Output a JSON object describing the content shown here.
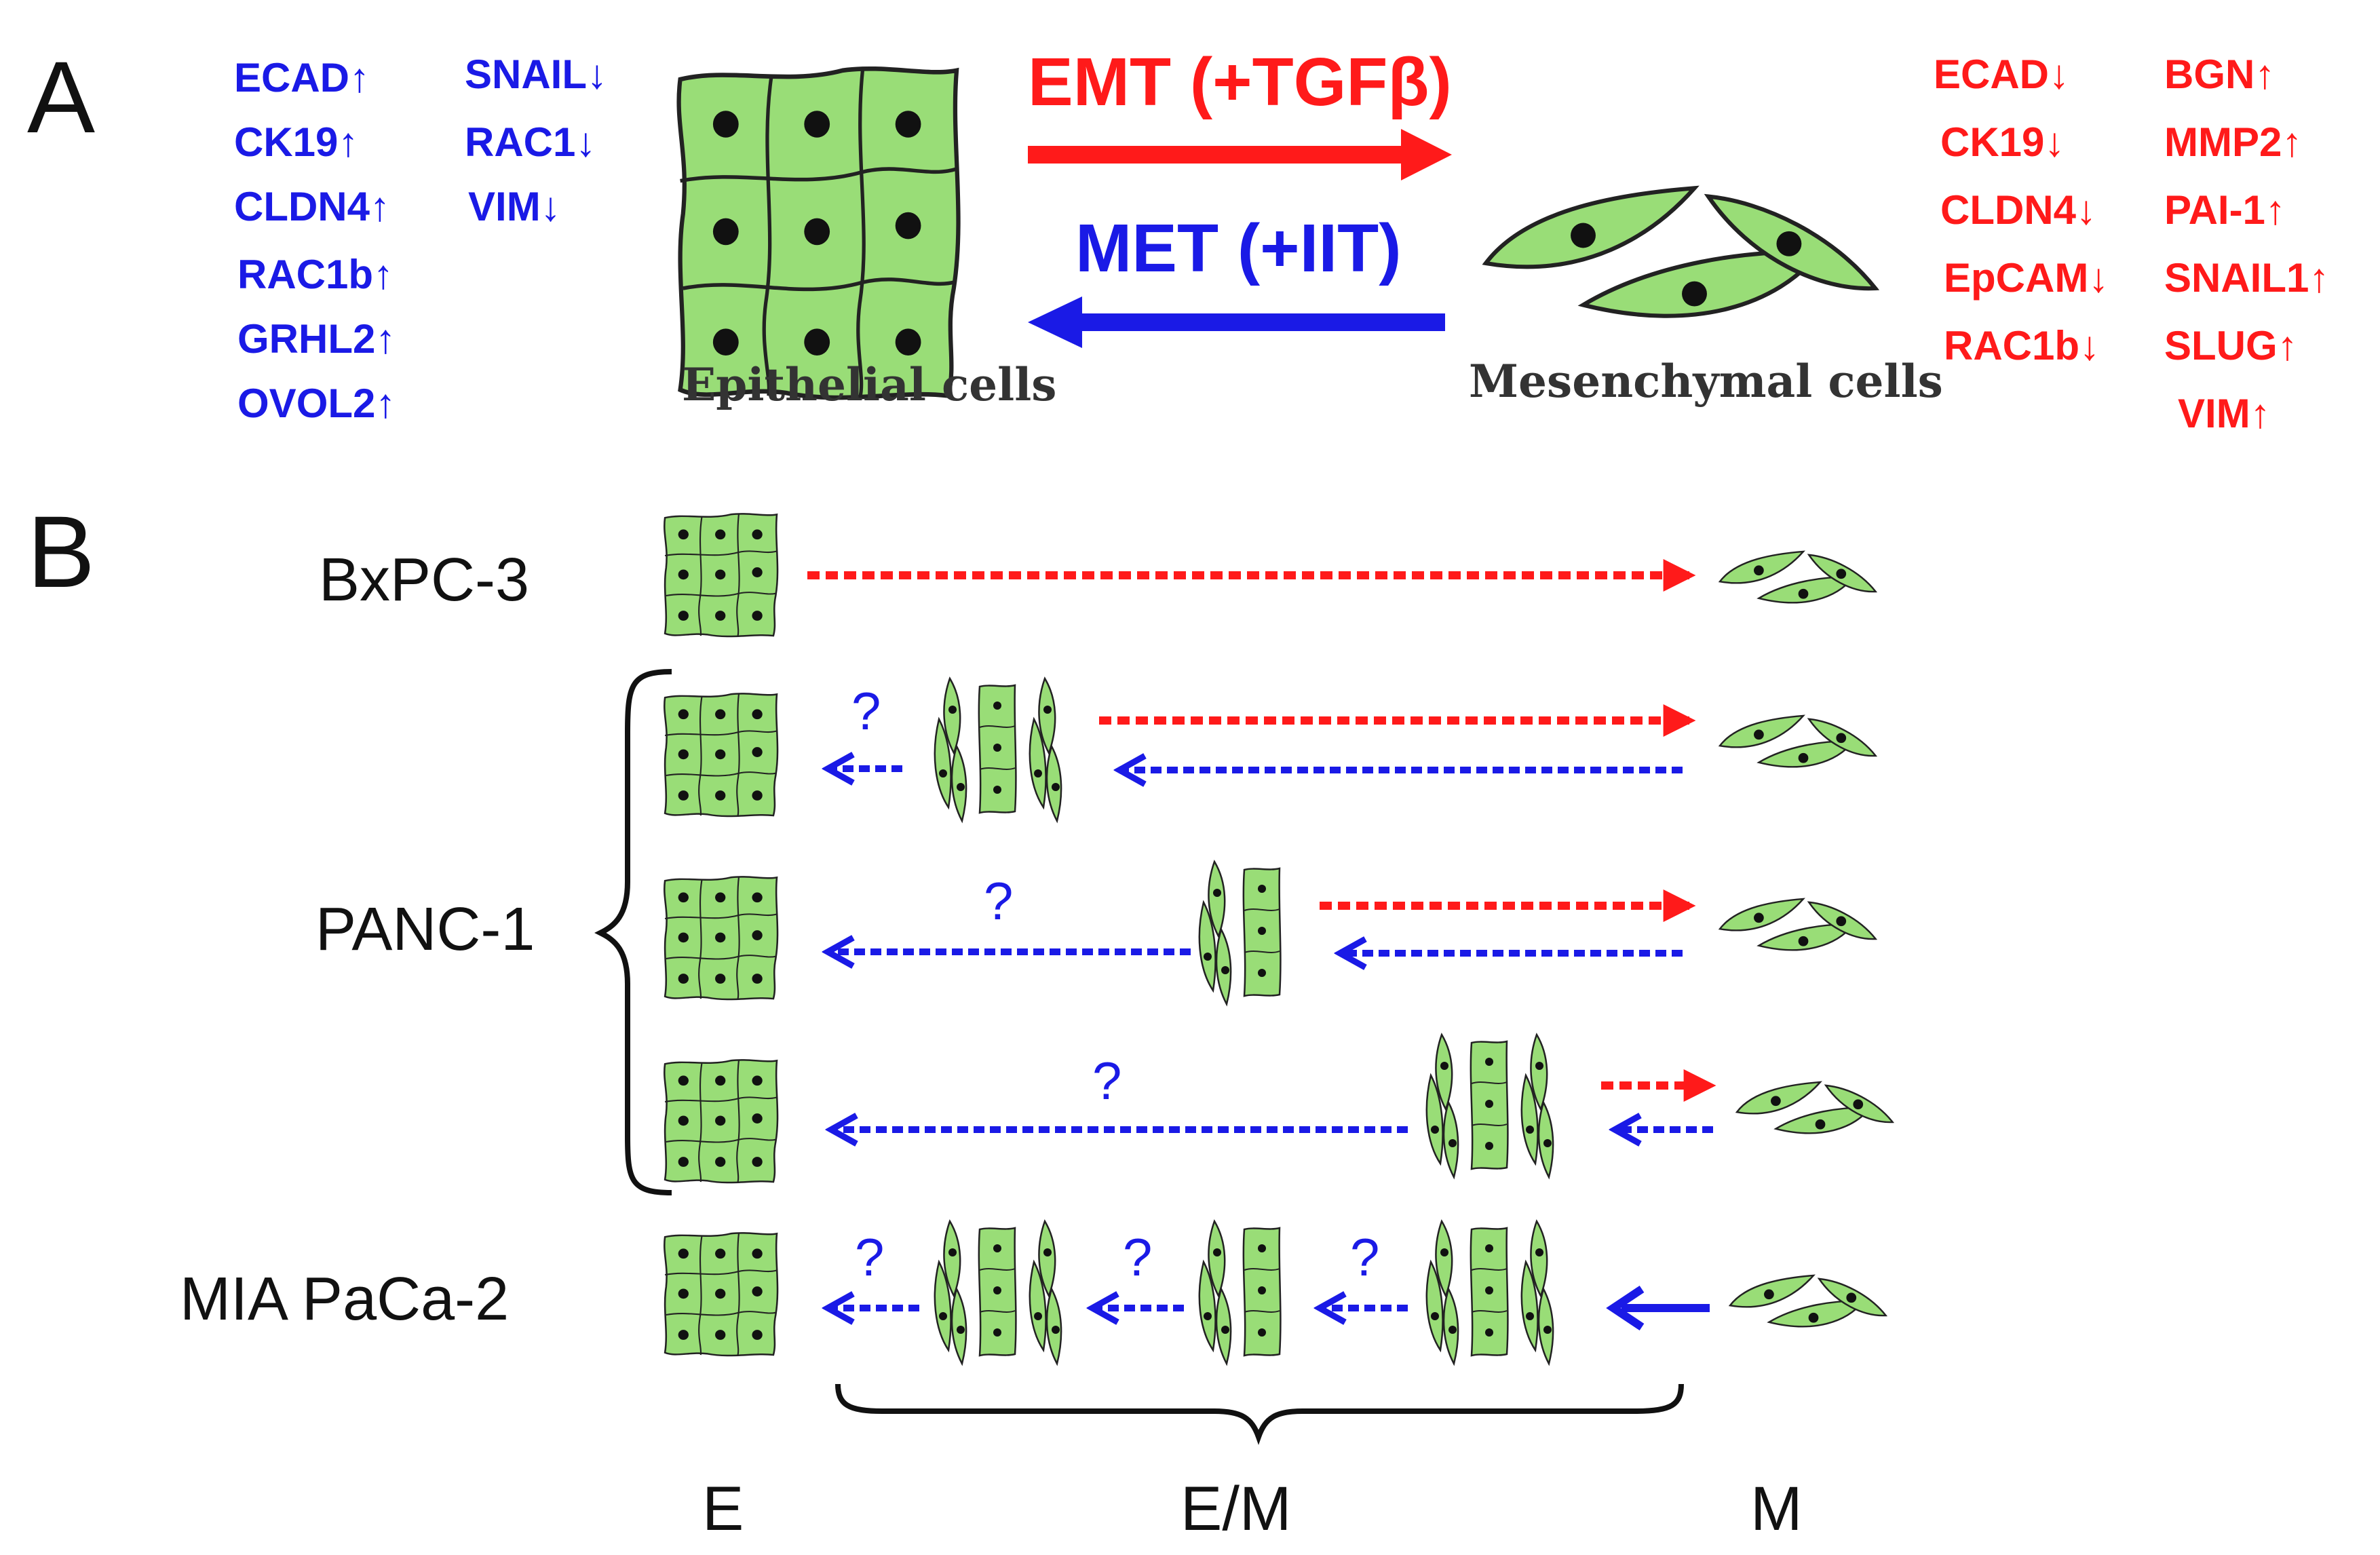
{
  "panel_a": {
    "letter": "A",
    "epithelial_markers_col1": [
      "ECAD↑",
      "CK19↑",
      "CLDN4↑",
      "RAC1b↑",
      "GRHL2↑",
      "OVOL2↑"
    ],
    "epithelial_markers_col2": [
      "SNAIL↓",
      "RAC1↓",
      "VIM↓"
    ],
    "emt_label": "EMT (+TGFβ)",
    "met_label": "MET (+IIT)",
    "epithelial_caption": "Epithelial cells",
    "mesenchymal_caption": "Mesenchymal cells",
    "mesenchymal_markers_col1": [
      "ECAD↓",
      "CK19↓",
      "CLDN4↓",
      "EpCAM↓",
      "RAC1b↓"
    ],
    "mesenchymal_markers_col2": [
      "BGN↑",
      "MMP2↑",
      "PAI-1↑",
      "SNAIL1↑",
      "SLUG↑",
      "VIM↑"
    ]
  },
  "panel_b": {
    "letter": "B",
    "lines": {
      "bxpc3": "BxPC-3",
      "panc1": "PANC-1",
      "miapaca2": "MIA PaCa-2"
    },
    "question_mark": "?",
    "states": {
      "e": "E",
      "em": "E/M",
      "m": "M"
    }
  },
  "colors": {
    "emt_red": "#ff1a1a",
    "met_blue": "#1a1ae6",
    "cell_fill": "#99dd77",
    "cell_outline": "#222222"
  }
}
